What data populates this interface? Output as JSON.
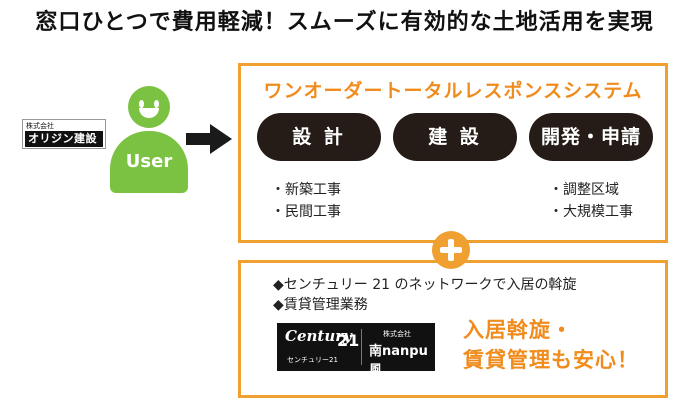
{
  "headline": "窓口ひとつで費用軽減！スムーズに有効的な土地活用を実現",
  "company_logo": {
    "small_text": "株式会社",
    "main_text": "オリジン建設"
  },
  "user": {
    "label": "User"
  },
  "system": {
    "title": "ワンオーダートータルレスポンスシステム",
    "pills": [
      "設 計",
      "建 設",
      "開発・申請"
    ],
    "left_bullets": [
      "・新築工事",
      "・民間工事"
    ],
    "right_bullets": [
      "・調整区域",
      "・大規模工事"
    ]
  },
  "services": {
    "items": [
      "◆センチュリー 21 のネットワークで入居の斡旋",
      "◆賃貸管理業務"
    ],
    "reassure_line1": "入居斡旋・",
    "reassure_line2": "賃貸管理も安心！"
  },
  "c21_logo": {
    "century": "Century",
    "number": "21",
    "kana": "センチュリー21",
    "company_small": "株式会社",
    "company": "南nanpu風"
  },
  "colors": {
    "accent_orange": "#f0a030",
    "title_orange": "#f08c1e",
    "pill_dark": "#251c17",
    "user_green": "#7cc242"
  }
}
